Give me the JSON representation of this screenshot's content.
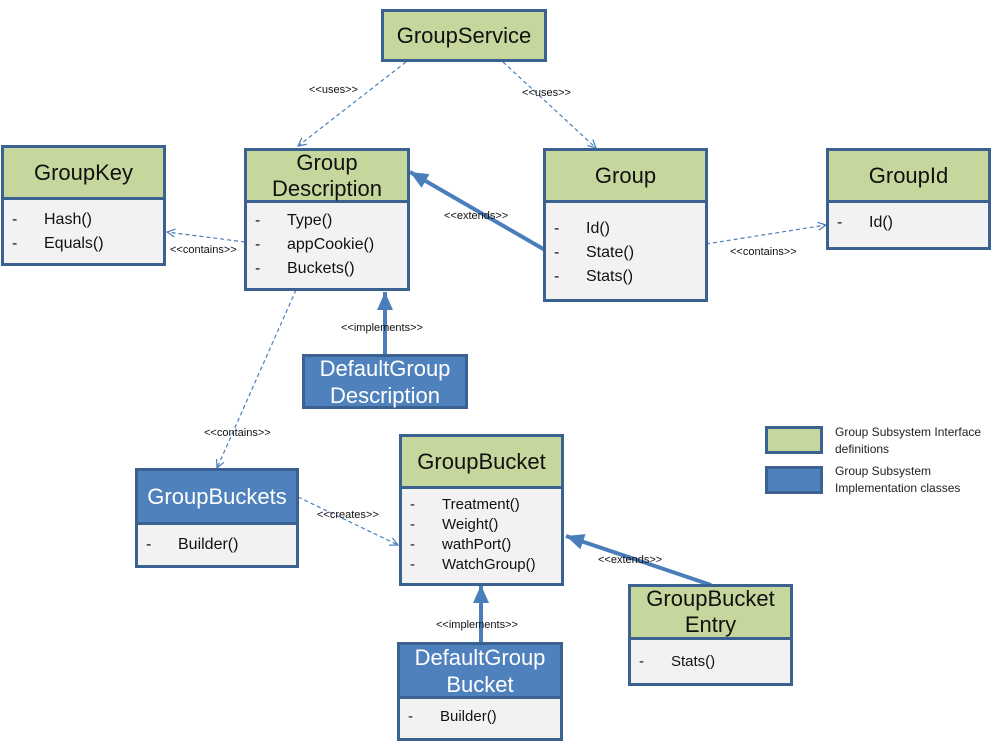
{
  "colors": {
    "interface_fill": "#c5d79c",
    "implementation_fill": "#4f81bd",
    "border": "#3b6190",
    "body_fill": "#f2f2f2",
    "connector": "#4a7ebb"
  },
  "classes": {
    "group_service": {
      "name": "GroupService",
      "kind": "interface",
      "methods": []
    },
    "group_key": {
      "name": "GroupKey",
      "kind": "interface",
      "methods": [
        "Hash()",
        "Equals()"
      ]
    },
    "group_description": {
      "name": "Group Description",
      "kind": "interface",
      "methods": [
        "Type()",
        "appCookie()",
        "Buckets()"
      ]
    },
    "group": {
      "name": "Group",
      "kind": "interface",
      "methods": [
        "Id()",
        "State()",
        "Stats()"
      ]
    },
    "group_id": {
      "name": "GroupId",
      "kind": "interface",
      "methods": [
        "Id()"
      ]
    },
    "default_group_description": {
      "name": "DefaultGroup Description",
      "kind": "implementation",
      "methods": []
    },
    "group_buckets": {
      "name": "GroupBuckets",
      "kind": "implementation",
      "methods": [
        "Builder()"
      ]
    },
    "group_bucket": {
      "name": "GroupBucket",
      "kind": "interface",
      "methods": [
        "Treatment()",
        "Weight()",
        "wathPort()",
        "WatchGroup()"
      ]
    },
    "group_bucket_entry": {
      "name": "GroupBucket Entry",
      "kind": "interface",
      "methods": [
        "Stats()"
      ]
    },
    "default_group_bucket": {
      "name": "DefaultGroup Bucket",
      "kind": "implementation",
      "methods": [
        "Builder()"
      ]
    }
  },
  "method_bullet": "-",
  "relations": [
    {
      "from": "GroupService",
      "to": "Group Description",
      "label": "<<uses>>",
      "style": "dashed"
    },
    {
      "from": "GroupService",
      "to": "Group",
      "label": "<<uses>>",
      "style": "dashed"
    },
    {
      "from": "Group Description",
      "to": "GroupKey",
      "label": "<<contains>>",
      "style": "dashed"
    },
    {
      "from": "Group",
      "to": "Group Description",
      "label": "<<extends>>",
      "style": "solid"
    },
    {
      "from": "Group",
      "to": "GroupId",
      "label": "<<contains>>",
      "style": "dashed"
    },
    {
      "from": "DefaultGroup Description",
      "to": "Group Description",
      "label": "<<implements>>",
      "style": "solid"
    },
    {
      "from": "Group Description",
      "to": "GroupBuckets",
      "label": "<<contains>>",
      "style": "dashed"
    },
    {
      "from": "GroupBuckets",
      "to": "GroupBucket",
      "label": "<<creates>>",
      "style": "dashed"
    },
    {
      "from": "GroupBucket Entry",
      "to": "GroupBucket",
      "label": "<<extends>>",
      "style": "solid"
    },
    {
      "from": "DefaultGroup Bucket",
      "to": "GroupBucket",
      "label": "<<implements>>",
      "style": "solid"
    }
  ],
  "legend": {
    "interface": "Group Subsystem  Interface definitions",
    "implementation": "Group Subsystem Implementation classes"
  }
}
